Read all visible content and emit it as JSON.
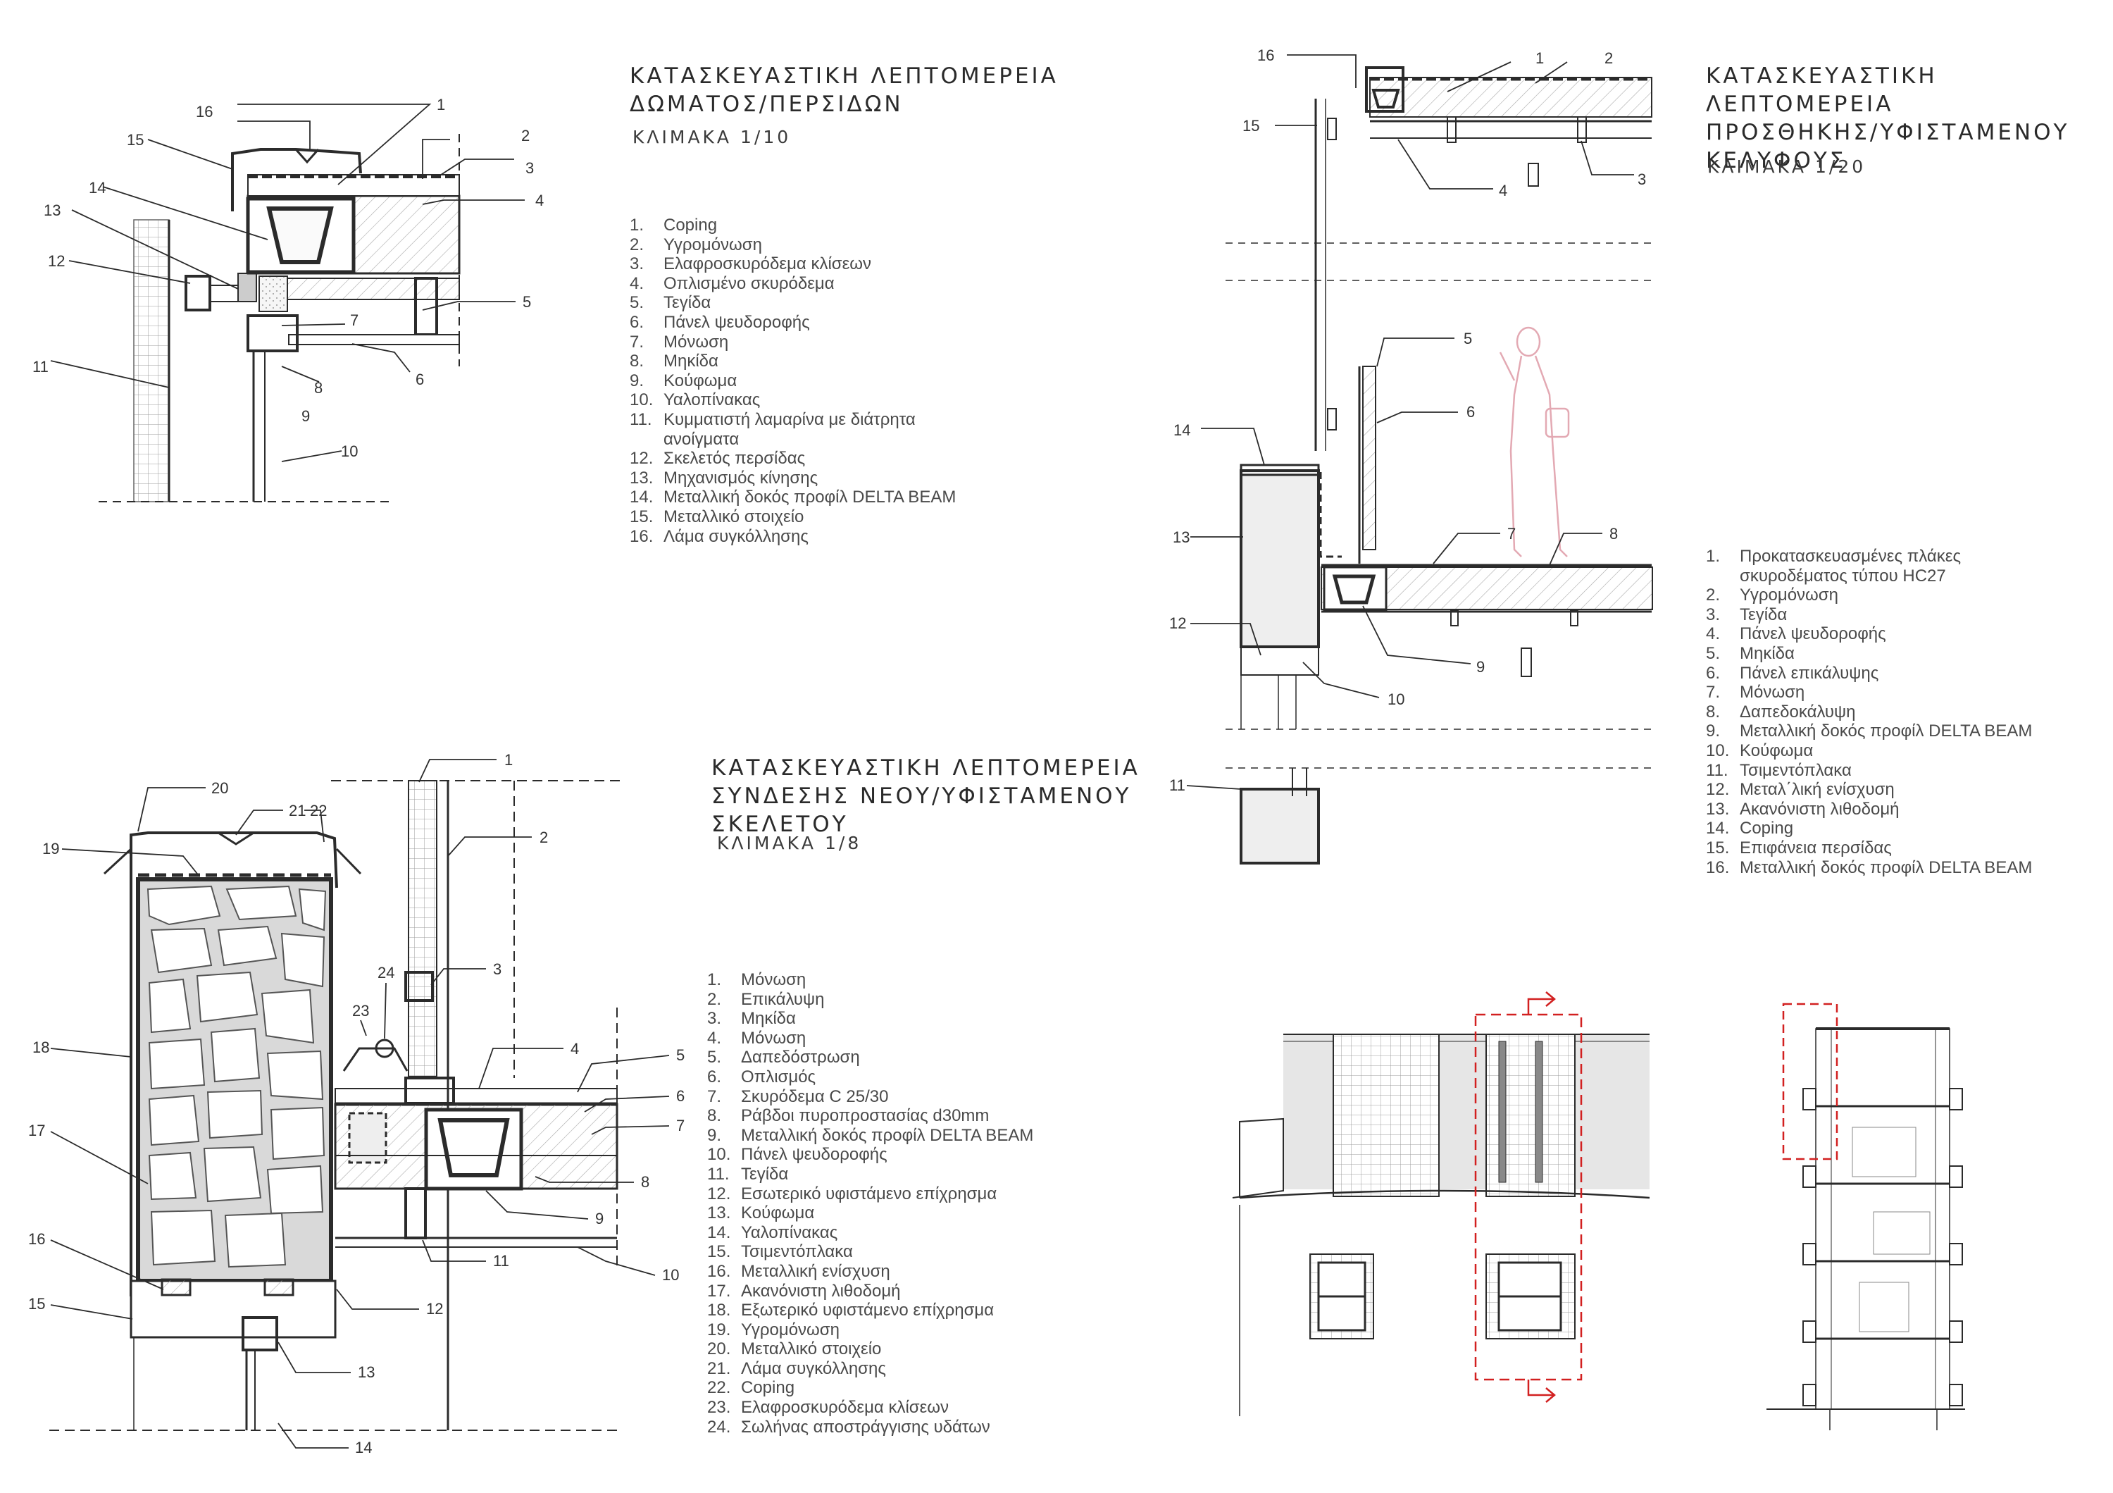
{
  "detail1": {
    "title_line1": "ΚΑΤΑΣΚΕΥΑΣΤΙΚΗ ΛΕΠΤΟΜΕΡΕΙΑ",
    "title_line2": "ΔΩΜΑΤΟΣ/ΠΕΡΣΙΔΩΝ",
    "scale": "ΚΛΙΜΑΚΑ 1/10",
    "legend": [
      {
        "num": "1.",
        "text": "Coping"
      },
      {
        "num": "2.",
        "text": "Υγρομόνωση"
      },
      {
        "num": "3.",
        "text": "Ελαφροσκυρόδεμα κλίσεων"
      },
      {
        "num": "4.",
        "text": "Οπλισμένο σκυρόδεμα"
      },
      {
        "num": "5.",
        "text": "Τεγίδα"
      },
      {
        "num": "6.",
        "text": "Πάνελ ψευδοροφής"
      },
      {
        "num": "7.",
        "text": "Μόνωση"
      },
      {
        "num": "8.",
        "text": "Μηκίδα"
      },
      {
        "num": "9.",
        "text": "Κούφωμα"
      },
      {
        "num": "10.",
        "text": "Υαλοπίνακας"
      },
      {
        "num": "11.",
        "text": "Κυμματιστή λαμαρίνα με διάτρητα ανοίγματα"
      },
      {
        "num": "12.",
        "text": "Σκελετός περσίδας"
      },
      {
        "num": "13.",
        "text": "Μηχανισμός κίνησης"
      },
      {
        "num": "14.",
        "text": "Μεταλλική δοκός προφίλ DELTA BEAM"
      },
      {
        "num": "15.",
        "text": "Μεταλλικό στοιχείο"
      },
      {
        "num": "16.",
        "text": "Λάμα συγκόλλησης"
      }
    ],
    "callouts": [
      "1",
      "2",
      "3",
      "4",
      "5",
      "6",
      "7",
      "8",
      "9",
      "10",
      "11",
      "12",
      "13",
      "14",
      "15",
      "16"
    ]
  },
  "detail2": {
    "title_line1": "ΚΑΤΑΣΚΕΥΑΣΤΙΚΗ ΛΕΠΤΟΜΕΡΕΙΑ",
    "title_line2": "ΠΡΟΣΘΗΚΗΣ/ΥΦΙΣΤΑΜΕΝΟΥ",
    "title_line3": "ΚΕΛΥΦΟΥΣ",
    "scale": "ΚΛΙΜΑΚΑ 1/20",
    "legend": [
      {
        "num": "1.",
        "text": "Προκατασκευασμένες πλάκες σκυροδέματος τύπου HC27"
      },
      {
        "num": "2.",
        "text": "Υγρομόνωση"
      },
      {
        "num": "3.",
        "text": "Τεγίδα"
      },
      {
        "num": "4.",
        "text": "Πάνελ ψευδοροφής"
      },
      {
        "num": "5.",
        "text": "Μηκίδα"
      },
      {
        "num": "6.",
        "text": "Πάνελ επικάλυψης"
      },
      {
        "num": "7.",
        "text": "Μόνωση"
      },
      {
        "num": "8.",
        "text": "Δαπεδοκάλυψη"
      },
      {
        "num": "9.",
        "text": "Μεταλλική δοκός προφίλ DELTA BEAM"
      },
      {
        "num": "10.",
        "text": "Κούφωμα"
      },
      {
        "num": "11.",
        "text": "Τσιμεντόπλακα"
      },
      {
        "num": "12.",
        "text": "Μεταλ΄λική ενίσχυση"
      },
      {
        "num": "13.",
        "text": "Ακανόνιστη λιθοδομή"
      },
      {
        "num": "14.",
        "text": "Coping"
      },
      {
        "num": "15.",
        "text": "Επιφάνεια περσίδας"
      },
      {
        "num": "16.",
        "text": "Μεταλλική δοκός προφίλ DELTA BEAM"
      }
    ],
    "callouts": [
      "1",
      "2",
      "3",
      "4",
      "5",
      "6",
      "7",
      "8",
      "9",
      "10",
      "11",
      "12",
      "13",
      "14",
      "15",
      "16"
    ]
  },
  "detail3": {
    "title_line1": "ΚΑΤΑΣΚΕΥΑΣΤΙΚΗ ΛΕΠΤΟΜΕΡΕΙΑ",
    "title_line2": "ΣΥΝΔΕΣΗΣ ΝΕΟΥ/ΥΦΙΣΤΑΜΕΝΟΥ",
    "title_line3": "ΣΚΕΛΕΤΟΥ",
    "scale": "ΚΛΙΜΑΚΑ 1/8",
    "legend": [
      {
        "num": "1.",
        "text": "Μόνωση"
      },
      {
        "num": "2.",
        "text": "Επικάλυψη"
      },
      {
        "num": "3.",
        "text": "Μηκίδα"
      },
      {
        "num": "4.",
        "text": "Μόνωση"
      },
      {
        "num": "5.",
        "text": "Δαπεδόστρωση"
      },
      {
        "num": "6.",
        "text": "Οπλισμός"
      },
      {
        "num": "7.",
        "text": "Σκυρόδεμα C 25/30"
      },
      {
        "num": "8.",
        "text": "Ράβδοι πυροπροστασίας d30mm"
      },
      {
        "num": "9.",
        "text": "Μεταλλική δοκός προφίλ DELTA BEAM"
      },
      {
        "num": "10.",
        "text": "Πάνελ ψευδοροφής"
      },
      {
        "num": "11.",
        "text": "Τεγίδα"
      },
      {
        "num": "12.",
        "text": "Εσωτερικό υφιστάμενο επίχρησμα"
      },
      {
        "num": "13.",
        "text": "Κούφωμα"
      },
      {
        "num": "14.",
        "text": "Υαλοπίνακας"
      },
      {
        "num": "15.",
        "text": "Τσιμεντόπλακα"
      },
      {
        "num": "16.",
        "text": "Μεταλλική ενίσχυση"
      },
      {
        "num": "17.",
        "text": "Ακανόνιστη λιθοδομή"
      },
      {
        "num": "18.",
        "text": "Εξωτερικό υφιστάμενο επίχρησμα"
      },
      {
        "num": "19.",
        "text": "Υγρομόνωση"
      },
      {
        "num": "20.",
        "text": "Μεταλλικό στοιχείο"
      },
      {
        "num": "21.",
        "text": "Λάμα συγκόλλησης"
      },
      {
        "num": "22.",
        "text": "Coping"
      },
      {
        "num": "23.",
        "text": "Ελαφροσκυρόδεμα κλίσεων"
      },
      {
        "num": "24.",
        "text": "Σωλήνας αποστράγγισης υδάτων"
      }
    ],
    "callouts": [
      "1",
      "2",
      "3",
      "4",
      "5",
      "6",
      "7",
      "8",
      "9",
      "10",
      "11",
      "12",
      "13",
      "14",
      "15",
      "16",
      "17",
      "18",
      "19",
      "20",
      "21",
      "22",
      "23",
      "24"
    ]
  },
  "colors": {
    "line": "#2b2b2b",
    "hatch": "#9a9a9a",
    "section_marker": "#d22020",
    "figure": "#e3a9b3",
    "stone": "#d9d9d9"
  }
}
